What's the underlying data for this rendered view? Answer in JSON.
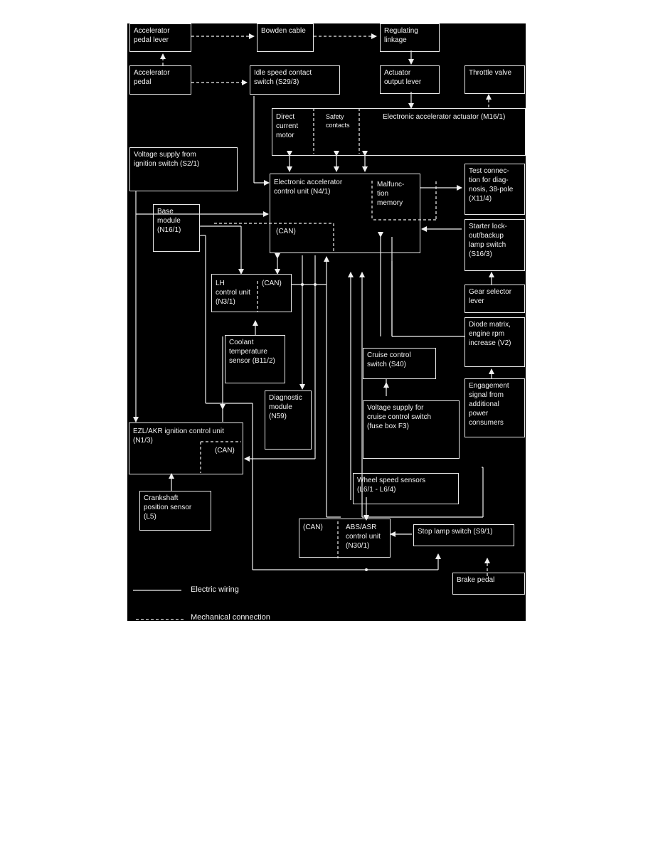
{
  "boxes": {
    "accel_pedal_lever": "Accelerator\npedal lever",
    "bowden_cable": "Bowden cable",
    "regulating_linkage": "Regulating\nlinkage",
    "accel_pedal": "Accelerator\npedal",
    "idle_switch": "Idle speed contact\nswitch (S29/3)",
    "actuator_lever": "Actuator\noutput lever",
    "throttle_valve": "Throttle valve",
    "actuator_direct": "Direct\ncurrent\nmotor",
    "actuator_safety": "Safety\ncontacts",
    "actuator_title": "Electronic accelerator actuator (M16/1)",
    "voltage_ignition": "Voltage supply from\nignition switch (S2/1)",
    "ecu_title": "Electronic accelerator\ncontrol unit (N4/1)",
    "ecu_malfunction": "Malfunc-\ntion\nmemory",
    "ecu_can": "(CAN)",
    "test_connection": "Test connec-\ntion for diag-\nnosis, 38-pole\n(X11/4)",
    "base_module": "Base\nmodule\n(N16/1)",
    "starter_lockout": "Starter lock-\nout/backup\nlamp switch\n(S16/3)",
    "lh_control": "LH\ncontrol unit\n(N3/1)",
    "lh_can": "(CAN)",
    "gear_selector": "Gear selector\nlever",
    "coolant_sensor": "Coolant\ntemperature\nsensor (B11/2)",
    "diode_matrix": "Diode matrix,\nengine rpm\nincrease (V2)",
    "cruise_switch": "Cruise control\nswitch (S40)",
    "diagnostic_module": "Diagnostic\nmodule\n(N59)",
    "engagement_signal": "Engagement\nsignal from\nadditional\npower\nconsumers",
    "voltage_cruise": "Voltage supply for\ncruise control switch\n(fuse box F3)",
    "ezl_title": "EZL/AKR ignition control unit\n(N1/3)",
    "ezl_can": "(CAN)",
    "wheel_sensors": "Wheel speed sensors\n(L6/1 - L6/4)",
    "crankshaft_sensor": "Crankshaft\nposition sensor\n(L5)",
    "abs_can": "(CAN)",
    "abs_title": "ABS/ASR\ncontrol unit\n(N30/1)",
    "stop_lamp": "Stop lamp switch (S9/1)",
    "brake_pedal": "Brake pedal"
  },
  "legend": {
    "electric": "Electric wiring",
    "mechanical": "Mechanical connection"
  }
}
